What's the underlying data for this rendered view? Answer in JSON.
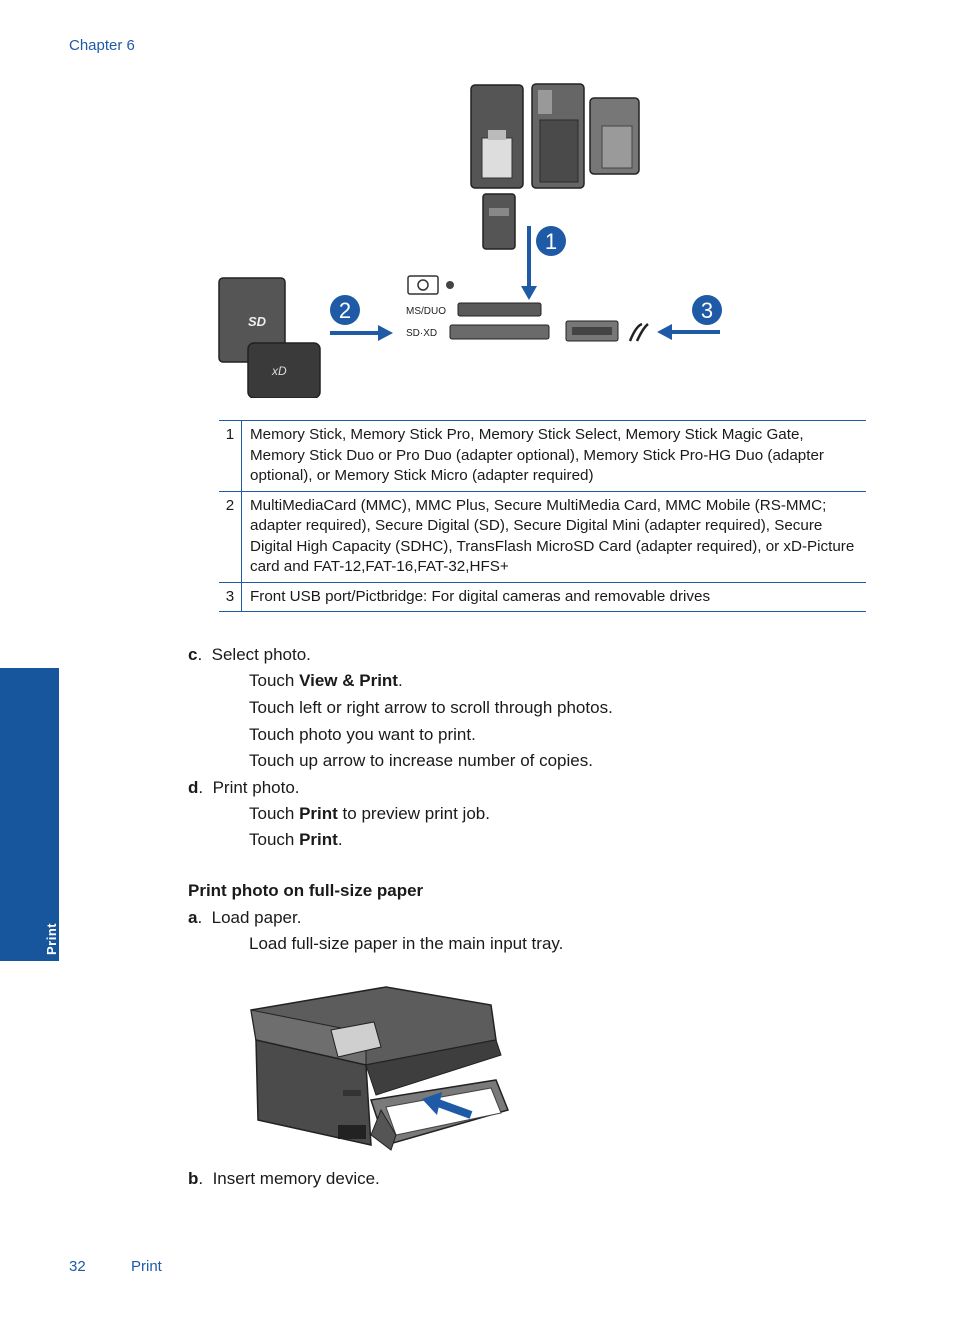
{
  "header": {
    "chapter": "Chapter 6"
  },
  "side_tab": {
    "label": "Print"
  },
  "illustration": {
    "callouts": [
      "1",
      "2",
      "3"
    ],
    "slot_labels": {
      "ms_duo": "MS/DUO",
      "sd_xd": "SD·XD"
    }
  },
  "table": {
    "rows": [
      {
        "num": "1",
        "text": "Memory Stick, Memory Stick Pro, Memory Stick Select, Memory Stick Magic Gate, Memory Stick Duo or Pro Duo (adapter optional), Memory Stick Pro-HG Duo (adapter optional), or Memory Stick Micro (adapter required)"
      },
      {
        "num": "2",
        "text": "MultiMediaCard (MMC), MMC Plus, Secure MultiMedia Card, MMC Mobile (RS-MMC; adapter required), Secure Digital (SD), Secure Digital Mini (adapter required), Secure Digital High Capacity (SDHC), TransFlash MicroSD Card (adapter required), or xD-Picture card and FAT-12,FAT-16,FAT-32,HFS+"
      },
      {
        "num": "3",
        "text": "Front USB port/Pictbridge: For digital cameras and removable drives"
      }
    ]
  },
  "steps": {
    "c": {
      "letter": "c",
      "title": "Select photo.",
      "l1_pre": "Touch ",
      "l1_bold": "View & Print",
      "l1_post": ".",
      "l2": "Touch left or right arrow to scroll through photos.",
      "l3": "Touch photo you want to print.",
      "l4": "Touch up arrow to increase number of copies."
    },
    "d": {
      "letter": "d",
      "title": "Print photo.",
      "l1_pre": "Touch ",
      "l1_bold": "Print",
      "l1_post": " to preview print job.",
      "l2_pre": "Touch ",
      "l2_bold": "Print",
      "l2_post": "."
    },
    "section_heading": "Print photo on full-size paper",
    "a": {
      "letter": "a",
      "title": "Load paper.",
      "l1": "Load full-size paper in the main input tray."
    },
    "b": {
      "letter": "b",
      "title": "Insert memory device."
    }
  },
  "footer": {
    "page_number": "32",
    "section": "Print"
  },
  "colors": {
    "accent": "#1f5aa6",
    "side_tab": "#17559c"
  }
}
